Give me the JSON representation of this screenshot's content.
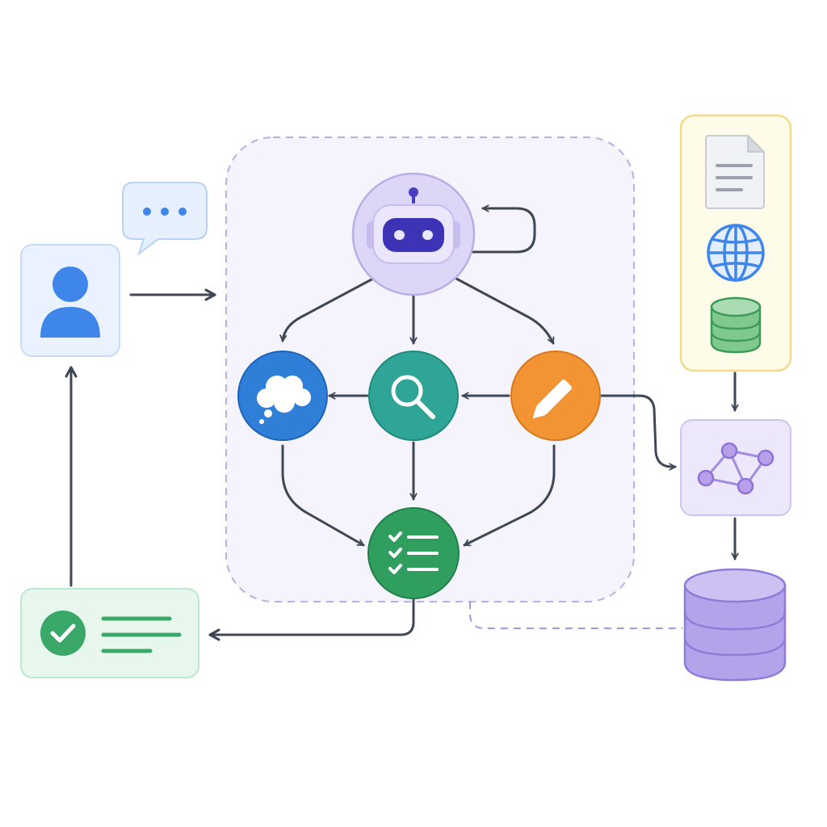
{
  "diagram": {
    "nodes": [
      {
        "id": "user",
        "icon": "user-icon"
      },
      {
        "id": "user-message",
        "icon": "chat-bubble-icon"
      },
      {
        "id": "agent",
        "icon": "robot-icon"
      },
      {
        "id": "think",
        "icon": "thought-cloud-icon"
      },
      {
        "id": "search",
        "icon": "magnifier-icon"
      },
      {
        "id": "write",
        "icon": "pencil-icon"
      },
      {
        "id": "plan",
        "icon": "checklist-icon"
      },
      {
        "id": "result",
        "icon": "check-circle-icon"
      },
      {
        "id": "sources",
        "icons": [
          "document-icon",
          "globe-icon",
          "database-icon"
        ]
      },
      {
        "id": "knowledge-graph",
        "icon": "graph-network-icon"
      },
      {
        "id": "memory-store",
        "icon": "database-cylinder-icon"
      }
    ],
    "edges": [
      {
        "from": "user",
        "to": "agent-group"
      },
      {
        "from": "agent",
        "to": "agent",
        "kind": "self-loop"
      },
      {
        "from": "agent",
        "to": "think"
      },
      {
        "from": "agent",
        "to": "search"
      },
      {
        "from": "agent",
        "to": "write"
      },
      {
        "from": "search",
        "to": "think"
      },
      {
        "from": "write",
        "to": "search"
      },
      {
        "from": "think",
        "to": "plan"
      },
      {
        "from": "search",
        "to": "plan"
      },
      {
        "from": "write",
        "to": "plan"
      },
      {
        "from": "write",
        "to": "knowledge-graph"
      },
      {
        "from": "plan",
        "to": "result"
      },
      {
        "from": "result",
        "to": "user"
      },
      {
        "from": "sources",
        "to": "knowledge-graph"
      },
      {
        "from": "knowledge-graph",
        "to": "memory-store"
      },
      {
        "from": "memory-store",
        "to": "agent-group",
        "kind": "dashed"
      }
    ],
    "colors": {
      "edge": "#3f4656",
      "group_border": "#b9aee6",
      "group_fill": "#f5f3fb",
      "user": "#3f86ea",
      "agent": "#4a3ec0",
      "think": "#2f7fd8",
      "search": "#2ea597",
      "write": "#f29433",
      "plan": "#2f9e5e",
      "result": "#39a868",
      "sources_border": "#f2dc8a",
      "sources_fill": "#fffbe9",
      "graph": "#a58be0",
      "memory": "#a896e4"
    }
  }
}
